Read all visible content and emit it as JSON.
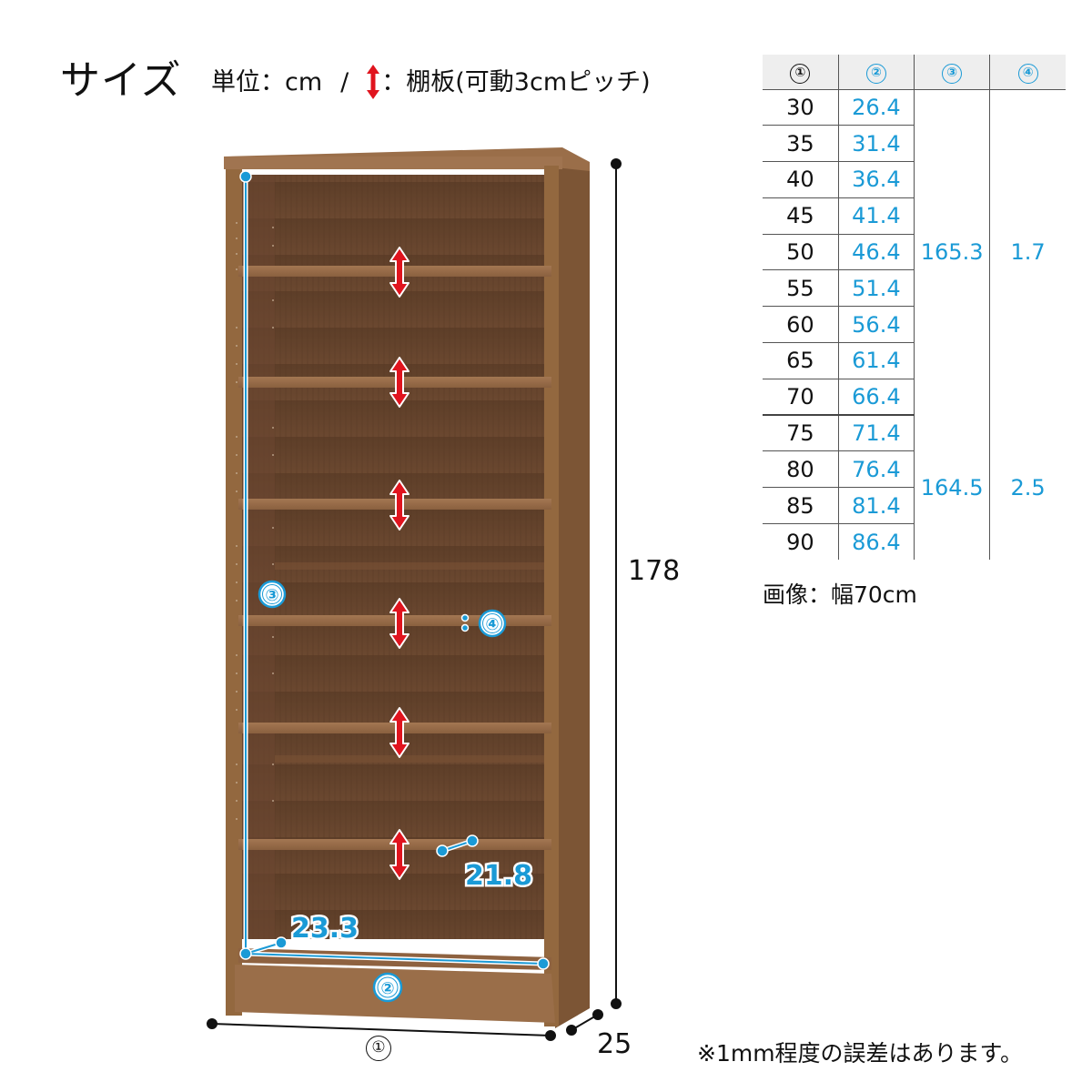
{
  "header": {
    "title": "サイズ",
    "unit_label": "単位：cm",
    "separator": "/",
    "arrow_legend": "：棚板(可動3cmピッチ)"
  },
  "colors": {
    "accent_blue": "#1a9ad6",
    "arrow_red": "#e0141e",
    "wood_dark": "#6e4a30",
    "wood_mid": "#8a5f3e",
    "wood_light": "#a67a54",
    "table_header_bg": "#eeeeee"
  },
  "table": {
    "headers": [
      "①",
      "②",
      "③",
      "④"
    ],
    "rows": [
      {
        "w": "30",
        "inner": "26.4"
      },
      {
        "w": "35",
        "inner": "31.4"
      },
      {
        "w": "40",
        "inner": "36.4"
      },
      {
        "w": "45",
        "inner": "41.4"
      },
      {
        "w": "50",
        "inner": "46.4"
      },
      {
        "w": "55",
        "inner": "51.4"
      },
      {
        "w": "60",
        "inner": "56.4"
      },
      {
        "w": "65",
        "inner": "61.4"
      },
      {
        "w": "70",
        "inner": "66.4"
      },
      {
        "w": "75",
        "inner": "71.4"
      },
      {
        "w": "80",
        "inner": "76.4"
      },
      {
        "w": "85",
        "inner": "81.4"
      },
      {
        "w": "90",
        "inner": "86.4"
      }
    ],
    "groups": [
      {
        "range": "30-70",
        "inner_height": "165.3",
        "shelf_thickness": "1.7"
      },
      {
        "range": "75-90",
        "inner_height": "164.5",
        "shelf_thickness": "2.5"
      }
    ]
  },
  "image_note": "画像：幅70cm",
  "error_note": "※1mm程度の誤差はあります。",
  "diagram": {
    "height_label": "178",
    "depth_label": "25",
    "width_marker": "①",
    "inner_width_marker": "②",
    "inner_height_marker": "③",
    "shelf_thickness_marker": "④",
    "inner_depth_label": "23.3",
    "shelf_depth_label": "21.8",
    "shelf_count": 6
  }
}
